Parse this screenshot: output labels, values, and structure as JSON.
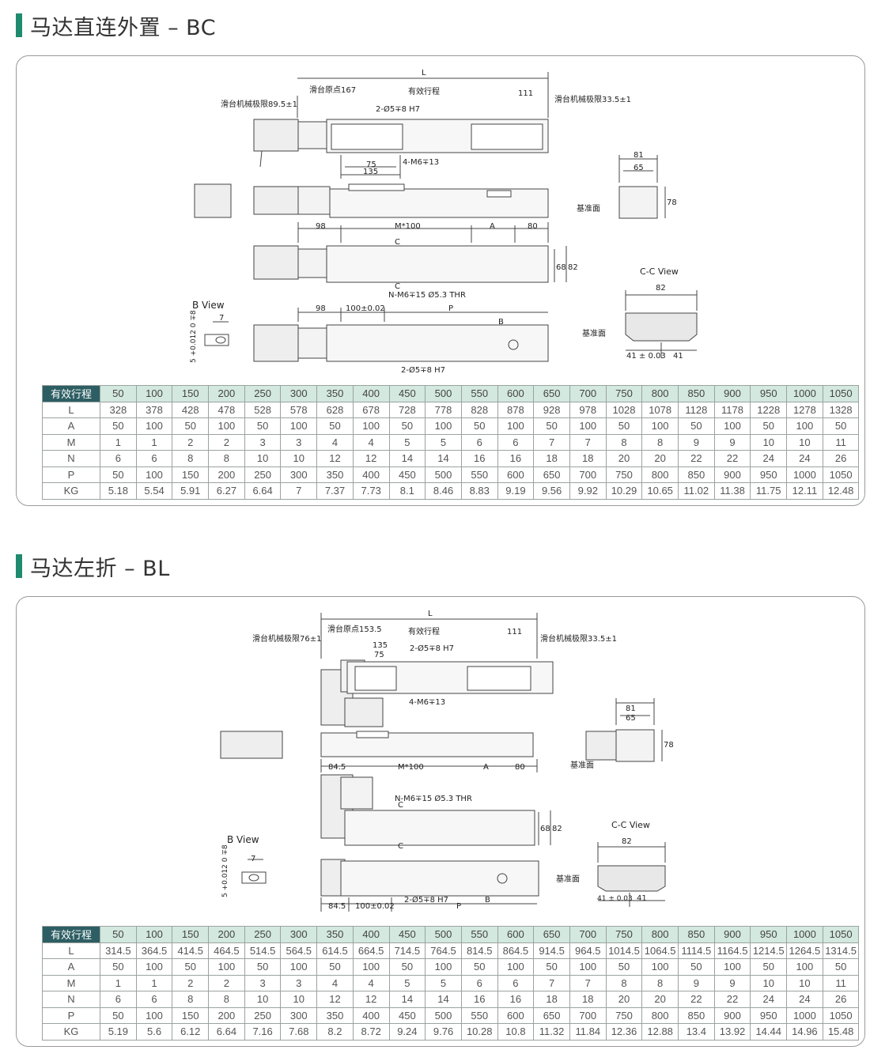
{
  "accent_color": "#1f8a6d",
  "header_color": "#2d5e63",
  "sections": [
    {
      "title": "马达直连外置 – BC",
      "drawing": {
        "L": "L",
        "origin": "滑台原点167",
        "effective": "有效行程",
        "d111": "111",
        "limit_left": "滑台机械极限89.5±1",
        "limit_right": "滑台机械极限33.5±1",
        "pin": "2-Ø5∓8 H7",
        "tap": "4-M6∓13",
        "d75": "75",
        "d135": "135",
        "d81": "81",
        "d65": "65",
        "d78": "78",
        "ref": "基准面",
        "d98": "98",
        "m100": "M*100",
        "A": "A",
        "d80": "80",
        "C1": "C",
        "C2": "C",
        "d68": "68",
        "d82": "82",
        "thr": "N-M6∓15 Ø5.3 THR",
        "ccview": "C-C View",
        "bview": "B View",
        "d7": "7",
        "tol": "5 +0.012 0 ∓8",
        "d98b": "98",
        "pitch": "100±0.02",
        "P": "P",
        "B": "B",
        "pin2": "2-Ø5∓8 H7",
        "ref2": "基准面",
        "cc82": "82",
        "cc41a": "41 ± 0.03",
        "cc41b": "41"
      },
      "table": {
        "rows": [
          {
            "label": "有效行程",
            "values": [
              "50",
              "100",
              "150",
              "200",
              "250",
              "300",
              "350",
              "400",
              "450",
              "500",
              "550",
              "600",
              "650",
              "700",
              "750",
              "800",
              "850",
              "900",
              "950",
              "1000",
              "1050"
            ]
          },
          {
            "label": "L",
            "values": [
              "328",
              "378",
              "428",
              "478",
              "528",
              "578",
              "628",
              "678",
              "728",
              "778",
              "828",
              "878",
              "928",
              "978",
              "1028",
              "1078",
              "1128",
              "1178",
              "1228",
              "1278",
              "1328"
            ]
          },
          {
            "label": "A",
            "values": [
              "50",
              "100",
              "50",
              "100",
              "50",
              "100",
              "50",
              "100",
              "50",
              "100",
              "50",
              "100",
              "50",
              "100",
              "50",
              "100",
              "50",
              "100",
              "50",
              "100",
              "50"
            ]
          },
          {
            "label": "M",
            "values": [
              "1",
              "1",
              "2",
              "2",
              "3",
              "3",
              "4",
              "4",
              "5",
              "5",
              "6",
              "6",
              "7",
              "7",
              "8",
              "8",
              "9",
              "9",
              "10",
              "10",
              "11"
            ]
          },
          {
            "label": "N",
            "values": [
              "6",
              "6",
              "8",
              "8",
              "10",
              "10",
              "12",
              "12",
              "14",
              "14",
              "16",
              "16",
              "18",
              "18",
              "20",
              "20",
              "22",
              "22",
              "24",
              "24",
              "26"
            ]
          },
          {
            "label": "P",
            "values": [
              "50",
              "100",
              "150",
              "200",
              "250",
              "300",
              "350",
              "400",
              "450",
              "500",
              "550",
              "600",
              "650",
              "700",
              "750",
              "800",
              "850",
              "900",
              "950",
              "1000",
              "1050"
            ]
          },
          {
            "label": "KG",
            "values": [
              "5.18",
              "5.54",
              "5.91",
              "6.27",
              "6.64",
              "7",
              "7.37",
              "7.73",
              "8.1",
              "8.46",
              "8.83",
              "9.19",
              "9.56",
              "9.92",
              "10.29",
              "10.65",
              "11.02",
              "11.38",
              "11.75",
              "12.11",
              "12.48"
            ]
          }
        ]
      }
    },
    {
      "title": "马达左折 – BL",
      "drawing": {
        "L": "L",
        "origin": "滑台原点153.5",
        "effective": "有效行程",
        "d111": "111",
        "limit_left": "滑台机械极限76±1",
        "limit_right": "滑台机械极限33.5±1",
        "pin": "2-Ø5∓8 H7",
        "tap": "4-M6∓13",
        "d75": "75",
        "d135": "135",
        "d81": "81",
        "d65": "65",
        "d78": "78",
        "ref": "基准面",
        "d98": "84.5",
        "m100": "M*100",
        "A": "A",
        "d80": "80",
        "C1": "C",
        "C2": "C",
        "d68": "68",
        "d82": "82",
        "thr": "N-M6∓15 Ø5.3 THR",
        "ccview": "C-C View",
        "bview": "B View",
        "d7": "7",
        "tol": "5 +0.012 0 ∓8",
        "d98b": "84.5",
        "pitch": "100±0.02",
        "P": "P",
        "B": "B",
        "pin2": "2-Ø5∓8 H7",
        "ref2": "基准面",
        "cc82": "82",
        "cc41a": "41 ± 0.03",
        "cc41b": "41"
      },
      "table": {
        "rows": [
          {
            "label": "有效行程",
            "values": [
              "50",
              "100",
              "150",
              "200",
              "250",
              "300",
              "350",
              "400",
              "450",
              "500",
              "550",
              "600",
              "650",
              "700",
              "750",
              "800",
              "850",
              "900",
              "950",
              "1000",
              "1050"
            ]
          },
          {
            "label": "L",
            "values": [
              "314.5",
              "364.5",
              "414.5",
              "464.5",
              "514.5",
              "564.5",
              "614.5",
              "664.5",
              "714.5",
              "764.5",
              "814.5",
              "864.5",
              "914.5",
              "964.5",
              "1014.5",
              "1064.5",
              "1114.5",
              "1164.5",
              "1214.5",
              "1264.5",
              "1314.5"
            ]
          },
          {
            "label": "A",
            "values": [
              "50",
              "100",
              "50",
              "100",
              "50",
              "100",
              "50",
              "100",
              "50",
              "100",
              "50",
              "100",
              "50",
              "100",
              "50",
              "100",
              "50",
              "100",
              "50",
              "100",
              "50"
            ]
          },
          {
            "label": "M",
            "values": [
              "1",
              "1",
              "2",
              "2",
              "3",
              "3",
              "4",
              "4",
              "5",
              "5",
              "6",
              "6",
              "7",
              "7",
              "8",
              "8",
              "9",
              "9",
              "10",
              "10",
              "11"
            ]
          },
          {
            "label": "N",
            "values": [
              "6",
              "6",
              "8",
              "8",
              "10",
              "10",
              "12",
              "12",
              "14",
              "14",
              "16",
              "16",
              "18",
              "18",
              "20",
              "20",
              "22",
              "22",
              "24",
              "24",
              "26"
            ]
          },
          {
            "label": "P",
            "values": [
              "50",
              "100",
              "150",
              "200",
              "250",
              "300",
              "350",
              "400",
              "450",
              "500",
              "550",
              "600",
              "650",
              "700",
              "750",
              "800",
              "850",
              "900",
              "950",
              "1000",
              "1050"
            ]
          },
          {
            "label": "KG",
            "values": [
              "5.19",
              "5.6",
              "6.12",
              "6.64",
              "7.16",
              "7.68",
              "8.2",
              "8.72",
              "9.24",
              "9.76",
              "10.28",
              "10.8",
              "11.32",
              "11.84",
              "12.36",
              "12.88",
              "13.4",
              "13.92",
              "14.44",
              "14.96",
              "15.48"
            ]
          }
        ]
      }
    }
  ]
}
